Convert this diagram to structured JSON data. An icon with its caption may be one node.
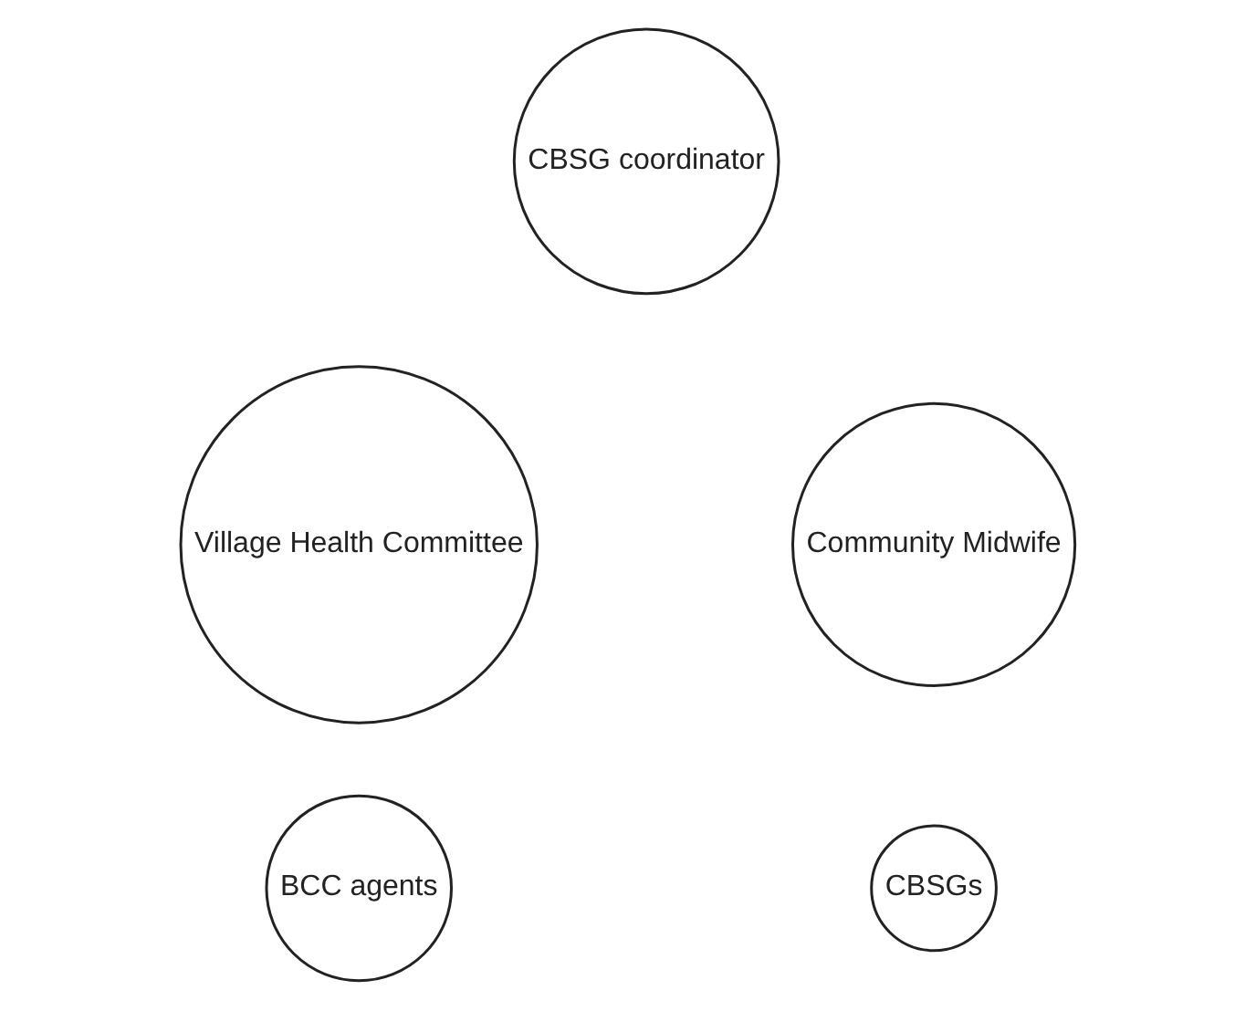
{
  "diagram": {
    "nodes": [
      {
        "text": [
          "CBSG coordinator"
        ]
      },
      {
        "text": [
          "Village Health Committee"
        ]
      },
      {
        "text": [
          "Community Midwife"
        ]
      },
      {
        "text": [
          "BCC agents"
        ]
      },
      {
        "text": [
          "CBSGs"
        ]
      }
    ]
  }
}
